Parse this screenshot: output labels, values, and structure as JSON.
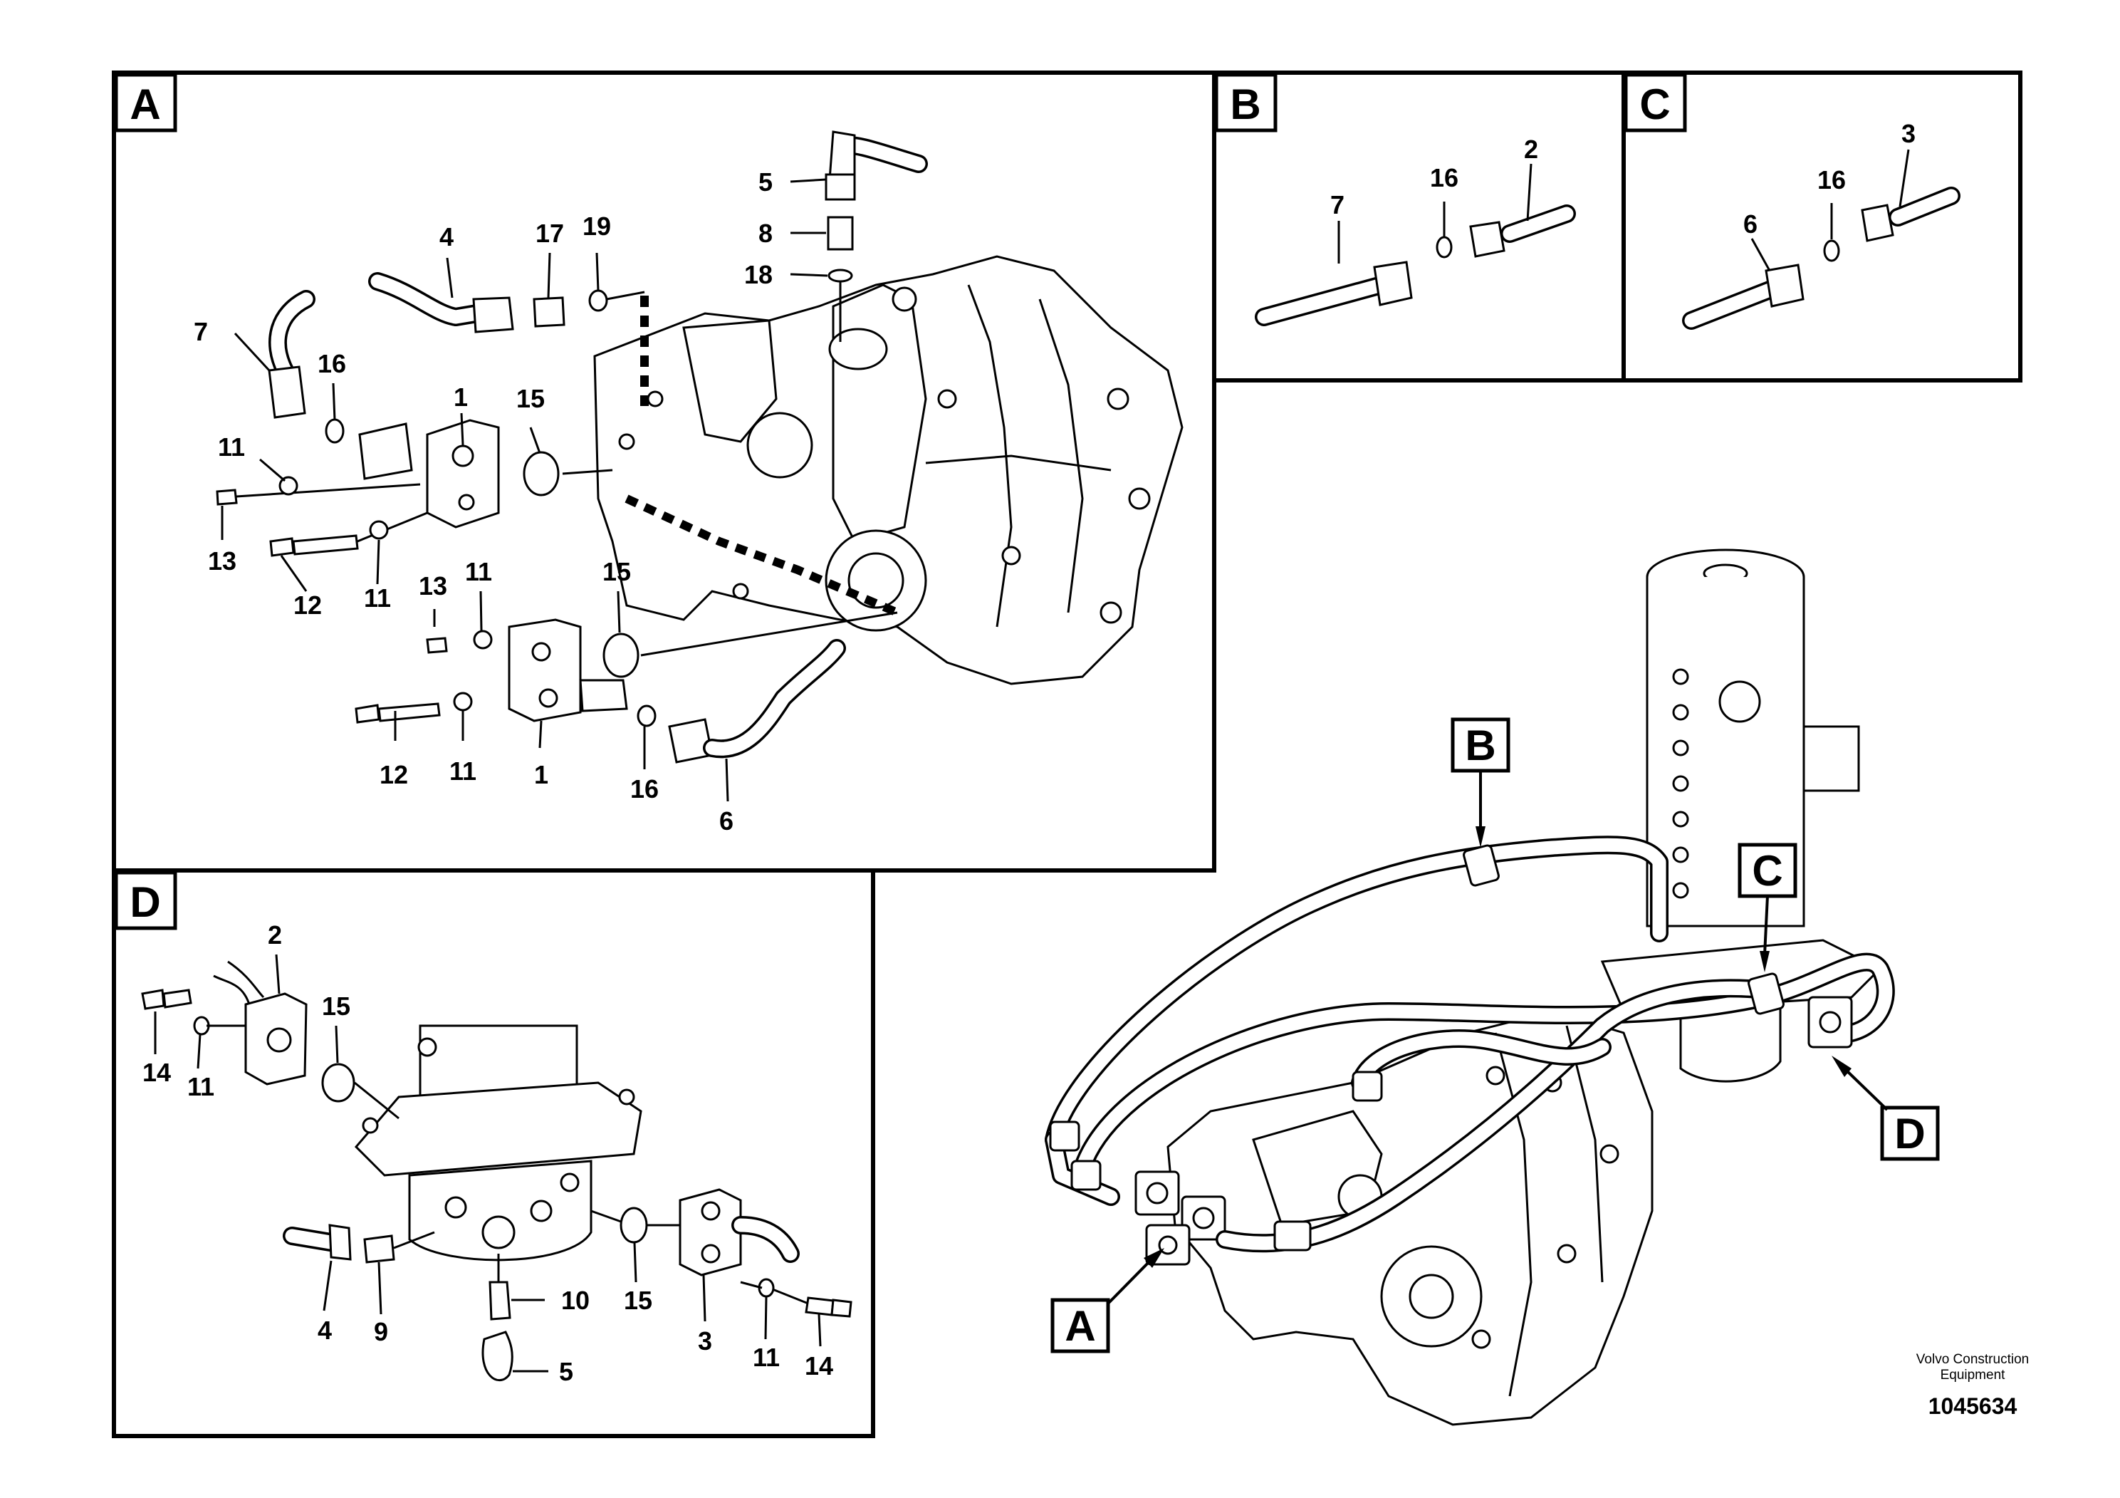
{
  "panels": {
    "A": {
      "letter": "A",
      "labels": {
        "p1a": "1",
        "p1b": "1",
        "p4": "4",
        "p5": "5",
        "p6": "6",
        "p7": "7",
        "p8": "8",
        "p11a": "11",
        "p11b": "11",
        "p11c": "11",
        "p11d": "11",
        "p12a": "12",
        "p12b": "12",
        "p13a": "13",
        "p13b": "13",
        "p15a": "15",
        "p15b": "15",
        "p16a": "16",
        "p16b": "16",
        "p17": "17",
        "p18": "18",
        "p19": "19"
      }
    },
    "B": {
      "letter": "B",
      "labels": {
        "p7": "7",
        "p16": "16",
        "p2": "2"
      }
    },
    "C": {
      "letter": "C",
      "labels": {
        "p6": "6",
        "p16": "16",
        "p3": "3"
      }
    },
    "D": {
      "letter": "D",
      "labels": {
        "p2": "2",
        "p15a": "15",
        "p15b": "15",
        "p14a": "14",
        "p14b": "14",
        "p11a": "11",
        "p11b": "11",
        "p4": "4",
        "p9": "9",
        "p10": "10",
        "p5": "5",
        "p3": "3"
      }
    }
  },
  "callouts": {
    "A": "A",
    "B": "B",
    "C": "C",
    "D": "D"
  },
  "footer": {
    "manufacturer_line1": "Volvo Construction",
    "manufacturer_line2": "Equipment",
    "drawing_number": "1045634"
  }
}
